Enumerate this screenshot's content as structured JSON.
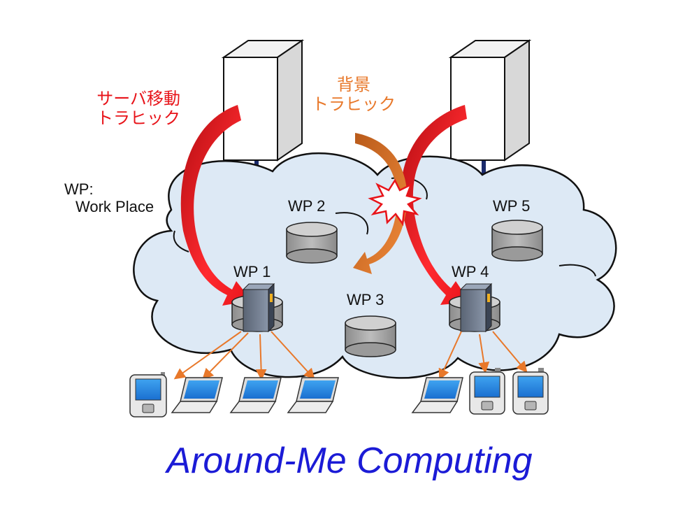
{
  "legend": {
    "line1": "WP:",
    "line2": "Work Place"
  },
  "traffic": {
    "server_migration_line1": "サーバ移動",
    "server_migration_line2": "トラヒック",
    "background_line1": "背景",
    "background_line2": "トラヒック"
  },
  "workplaces": [
    {
      "label": "WP 1"
    },
    {
      "label": "WP 2"
    },
    {
      "label": "WP 3"
    },
    {
      "label": "WP 4"
    },
    {
      "label": "WP 5"
    }
  ],
  "title": "Around-Me Computing",
  "colors": {
    "cloud_fill": "#dde9f5",
    "server_migration": "#e8141a",
    "background_traffic": "#e8782a",
    "title": "#1b1bd6",
    "client_arrow": "#e8782a"
  }
}
